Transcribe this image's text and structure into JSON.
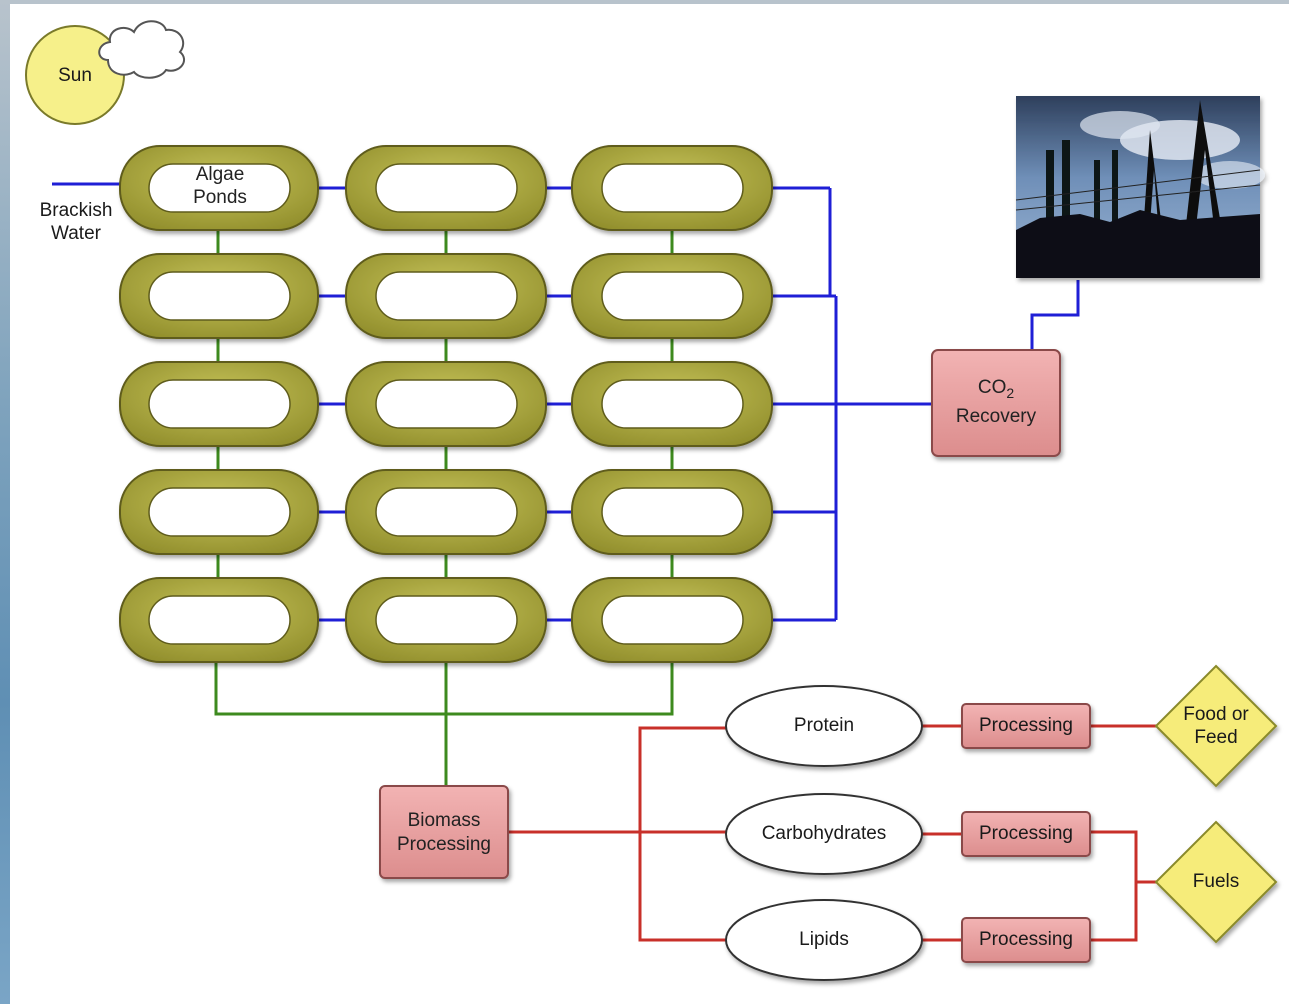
{
  "diagram": {
    "sun_label": "Sun",
    "brackish_water_line1": "Brackish",
    "brackish_water_line2": "Water",
    "algae_ponds_line1": "Algae",
    "algae_ponds_line2": "Ponds",
    "co2_main": "CO",
    "co2_sub": "2",
    "co2_recovery_label": "Recovery",
    "biomass_line1": "Biomass",
    "biomass_line2": "Processing",
    "protein_label": "Protein",
    "carbohydrates_label": "Carbohydrates",
    "lipids_label": "Lipids",
    "processing_label": "Processing",
    "food_line1": "Food or",
    "food_line2": "Feed",
    "fuels_label": "Fuels"
  },
  "colors": {
    "pond_outer": "#a6a33a",
    "pond_inner": "#ffffff",
    "water_line": "#1f1fd6",
    "biomass_line": "#3d8a1e",
    "product_line": "#c8302a",
    "process_box": "#e9a3a3",
    "diamond": "#f6ec7a",
    "sun": "#f6f08a"
  },
  "icons": {
    "cloud": "cloud-icon",
    "power_plant_photo": "power-plant-photo"
  }
}
